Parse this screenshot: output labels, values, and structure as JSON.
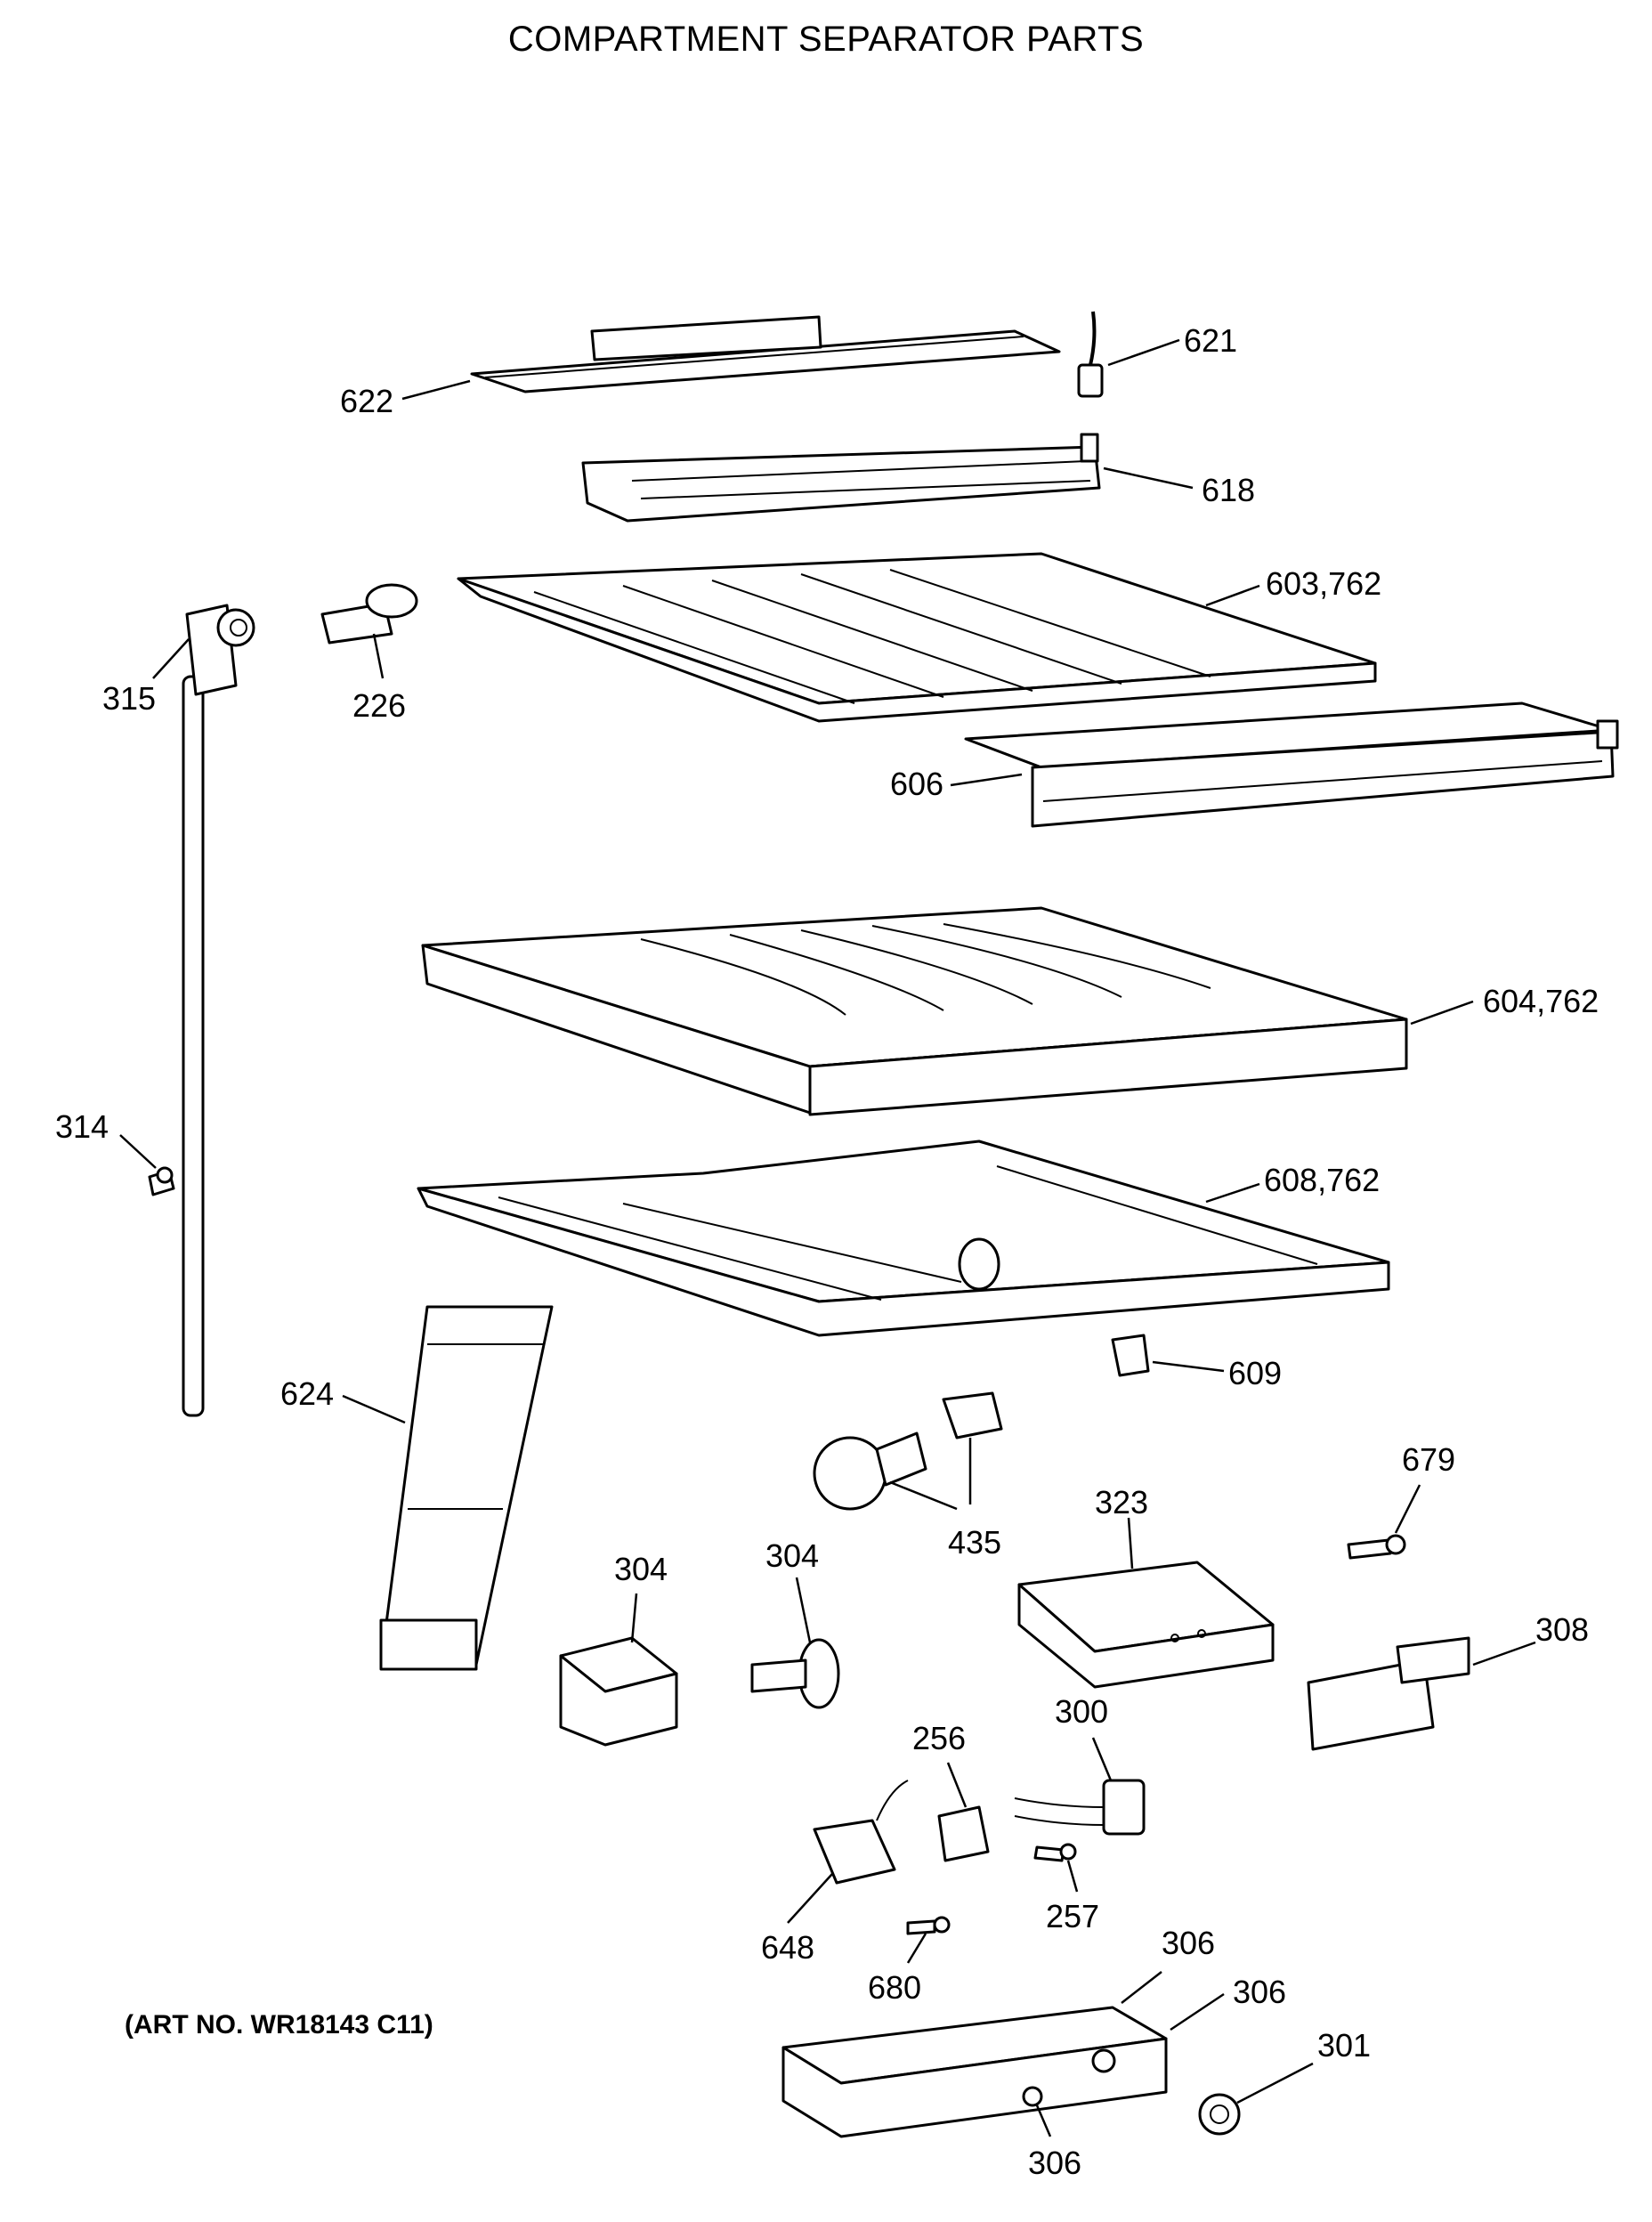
{
  "title": "COMPARTMENT SEPARATOR PARTS",
  "art_number": "(ART NO. WR18143 C11)",
  "callouts": {
    "c622": "622",
    "c621": "621",
    "c618": "618",
    "c603": "603,762",
    "c315": "315",
    "c226": "226",
    "c606": "606",
    "c604": "604,762",
    "c314": "314",
    "c608": "608,762",
    "c609": "609",
    "c624": "624",
    "c679": "679",
    "c435": "435",
    "c323": "323",
    "c304a": "304",
    "c304b": "304",
    "c308": "308",
    "c256": "256",
    "c300": "300",
    "c257": "257",
    "c648": "648",
    "c680": "680",
    "c306a": "306",
    "c306b": "306",
    "c306c": "306",
    "c301": "301"
  }
}
